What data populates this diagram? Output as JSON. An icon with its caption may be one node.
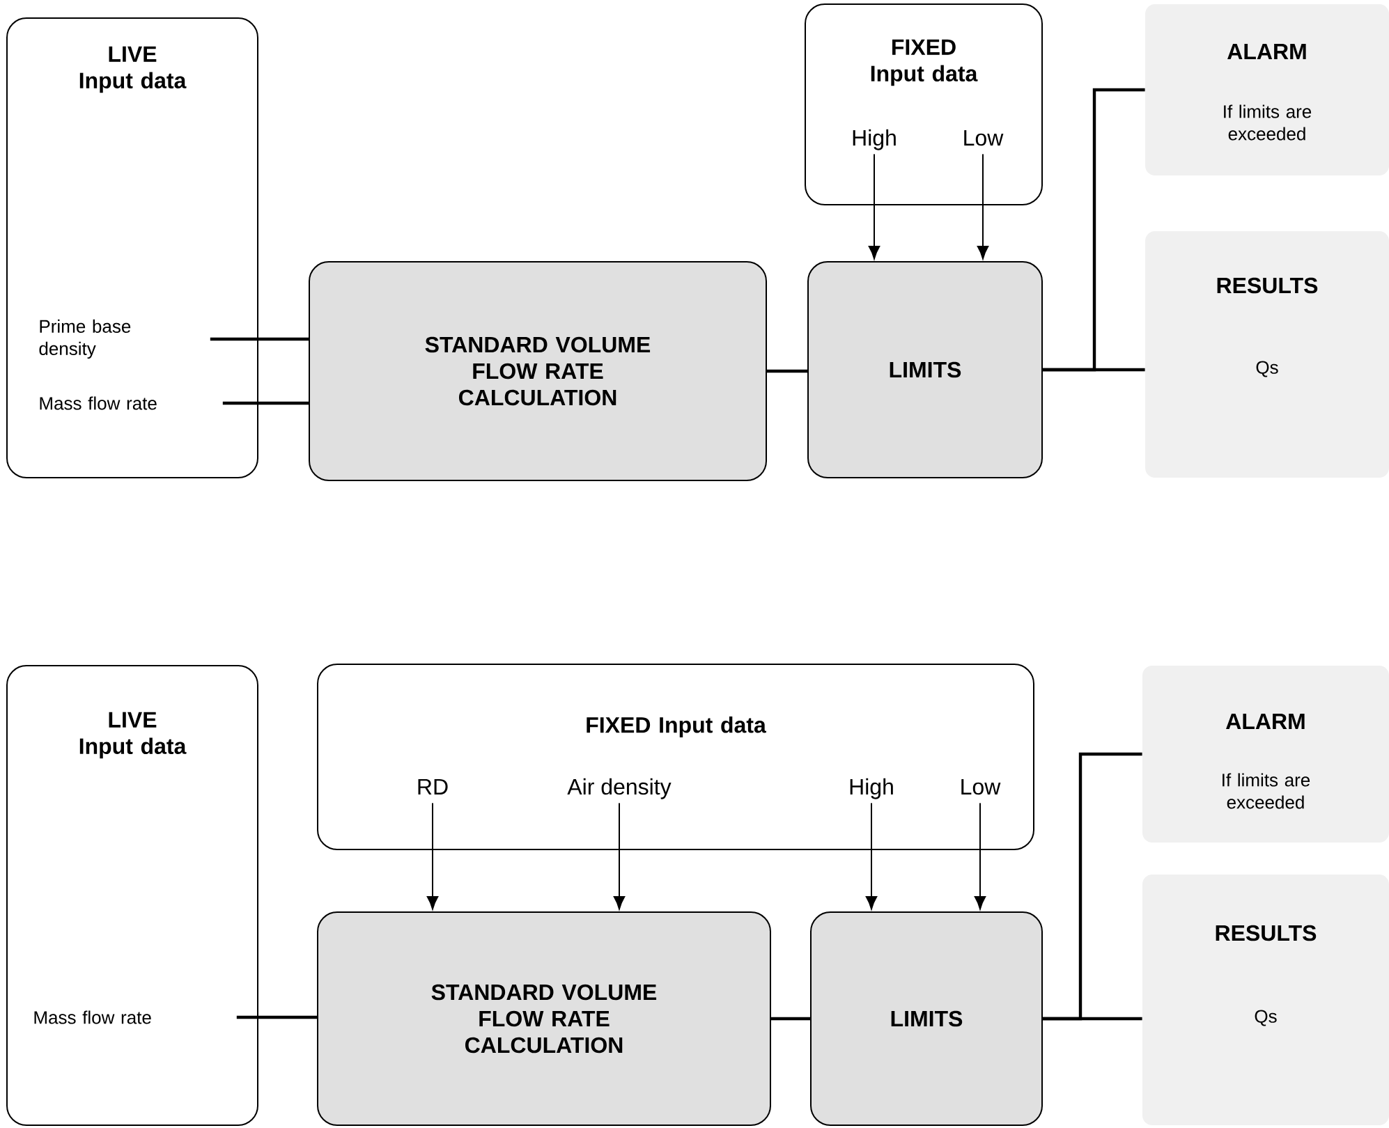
{
  "diagram": {
    "nodes": [
      {
        "text": [
          "LIVE Input data"
        ]
      },
      {
        "text": [
          "Prime base density"
        ],
        "in": 0
      },
      {
        "text": [
          "Mass flow rate"
        ],
        "in": 0
      },
      {
        "text": [
          "STANDARD VOLUME FLOW RATE CALCULATION"
        ]
      },
      {
        "text": [
          "FIXED Input data"
        ]
      },
      {
        "text": [
          "High"
        ],
        "in": 4
      },
      {
        "text": [
          "Low"
        ],
        "in": 4
      },
      {
        "text": [
          "LIMITS"
        ]
      },
      {
        "text": [
          "ALARM",
          "If limits are exceeded"
        ]
      },
      {
        "text": [
          "RESULTS",
          "Qs"
        ]
      },
      {
        "text": [
          "LIVE Input data"
        ]
      },
      {
        "text": [
          "Mass flow rate"
        ],
        "in": 10
      },
      {
        "text": [
          "FIXED Input data"
        ]
      },
      {
        "text": [
          "RD"
        ],
        "in": 12
      },
      {
        "text": [
          "Air density"
        ],
        "in": 12
      },
      {
        "text": [
          "High"
        ],
        "in": 12
      },
      {
        "text": [
          "Low"
        ],
        "in": 12
      },
      {
        "text": [
          "STANDARD VOLUME FLOW RATE CALCULATION"
        ]
      },
      {
        "text": [
          "LIMITS"
        ]
      },
      {
        "text": [
          "ALARM",
          "If limits are exceeded"
        ]
      },
      {
        "text": [
          "RESULTS",
          "Qs"
        ]
      }
    ],
    "edges": [
      {
        "from": 1,
        "to": 3,
        "arrow": "none"
      },
      {
        "from": 2,
        "to": 3,
        "arrow": "none"
      },
      {
        "from": 3,
        "to": 7,
        "arrow": "none"
      },
      {
        "from": 5,
        "to": 7,
        "arrow": "to"
      },
      {
        "from": 6,
        "to": 7,
        "arrow": "to"
      },
      {
        "from": 7,
        "to": 8,
        "arrow": "none"
      },
      {
        "from": 7,
        "to": 9,
        "arrow": "none"
      },
      {
        "from": 11,
        "to": 17,
        "arrow": "none"
      },
      {
        "from": 13,
        "to": 17,
        "arrow": "to"
      },
      {
        "from": 14,
        "to": 17,
        "arrow": "to"
      },
      {
        "from": 15,
        "to": 18,
        "arrow": "to"
      },
      {
        "from": 16,
        "to": 18,
        "arrow": "to"
      },
      {
        "from": 17,
        "to": 18,
        "arrow": "none"
      },
      {
        "from": 18,
        "to": 19,
        "arrow": "none"
      },
      {
        "from": 18,
        "to": 20,
        "arrow": "none"
      }
    ]
  }
}
